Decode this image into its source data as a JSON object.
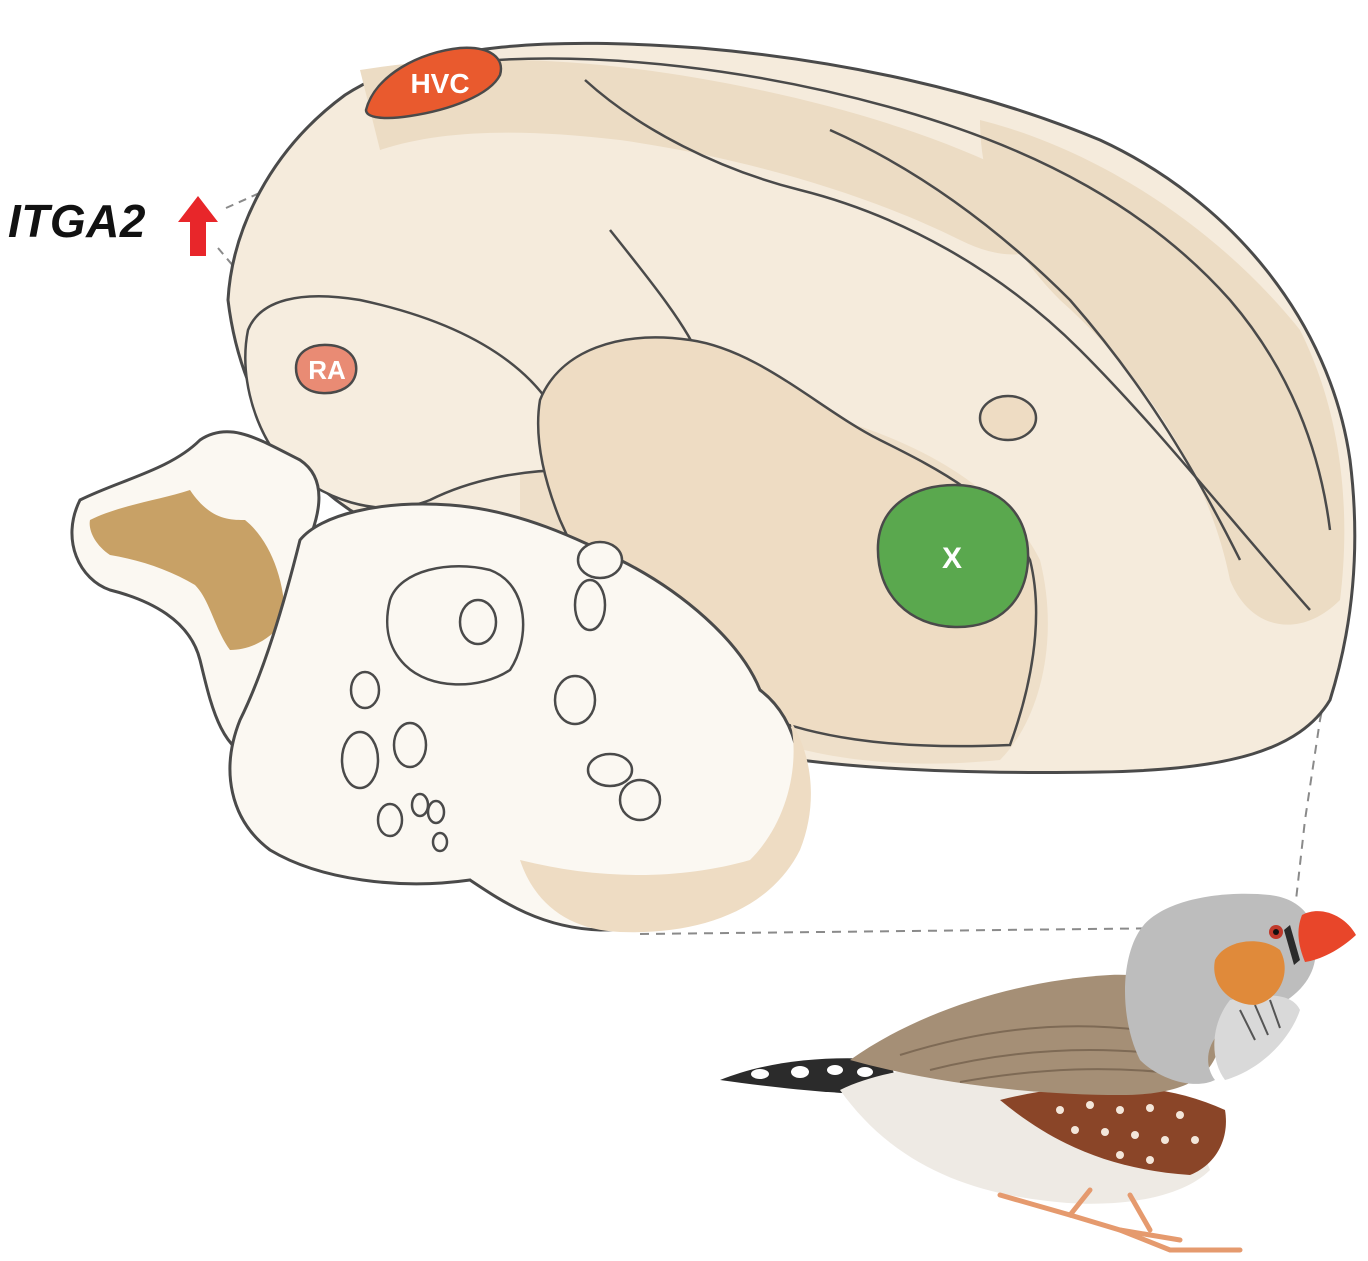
{
  "gene": {
    "name": "ITGA2",
    "trend": "up",
    "arrow_color": "#e8262a"
  },
  "regions": {
    "hvc": {
      "label": "HVC",
      "color": "#e95a2e"
    },
    "ra": {
      "label": "RA",
      "color": "#e98b74"
    },
    "x": {
      "label": "X",
      "color": "#5aa84e"
    }
  },
  "colors": {
    "outline": "#4a4a4a",
    "brain_light": "#fbf8f2",
    "brain_tan": "#f0e1cc",
    "brain_tan_dark": "#e7d2b6",
    "cerebellum_brown": "#c8a166",
    "guide_dash": "#8a8a8a"
  },
  "icons": {
    "trend_arrow": "up-arrow-icon",
    "bird": "zebra-finch-illustration"
  }
}
